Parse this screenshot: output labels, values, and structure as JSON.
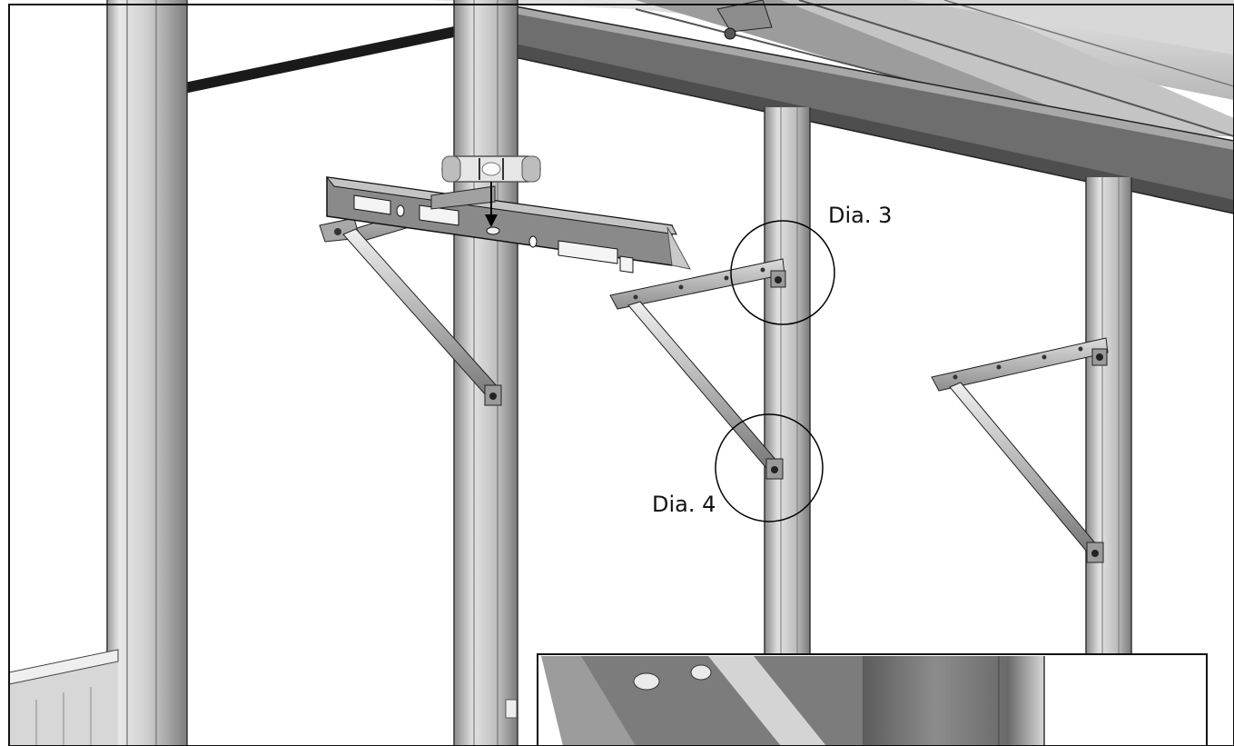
{
  "callouts": [
    {
      "id": "dia-3",
      "label": "Dia. 3"
    },
    {
      "id": "dia-4",
      "label": "Dia. 4"
    }
  ],
  "colors": {
    "frame_border": "#111111",
    "post_light": "#e6e6e6",
    "post_mid": "#bdbdbd",
    "post_dark": "#7a7a7a",
    "beam_dark": "#6a6a6a",
    "level_body": "#8a8a8a",
    "glass": "#d0d0d0"
  },
  "icons": [
    "level-tool-icon",
    "bubble-vial-icon",
    "down-arrow-icon"
  ]
}
